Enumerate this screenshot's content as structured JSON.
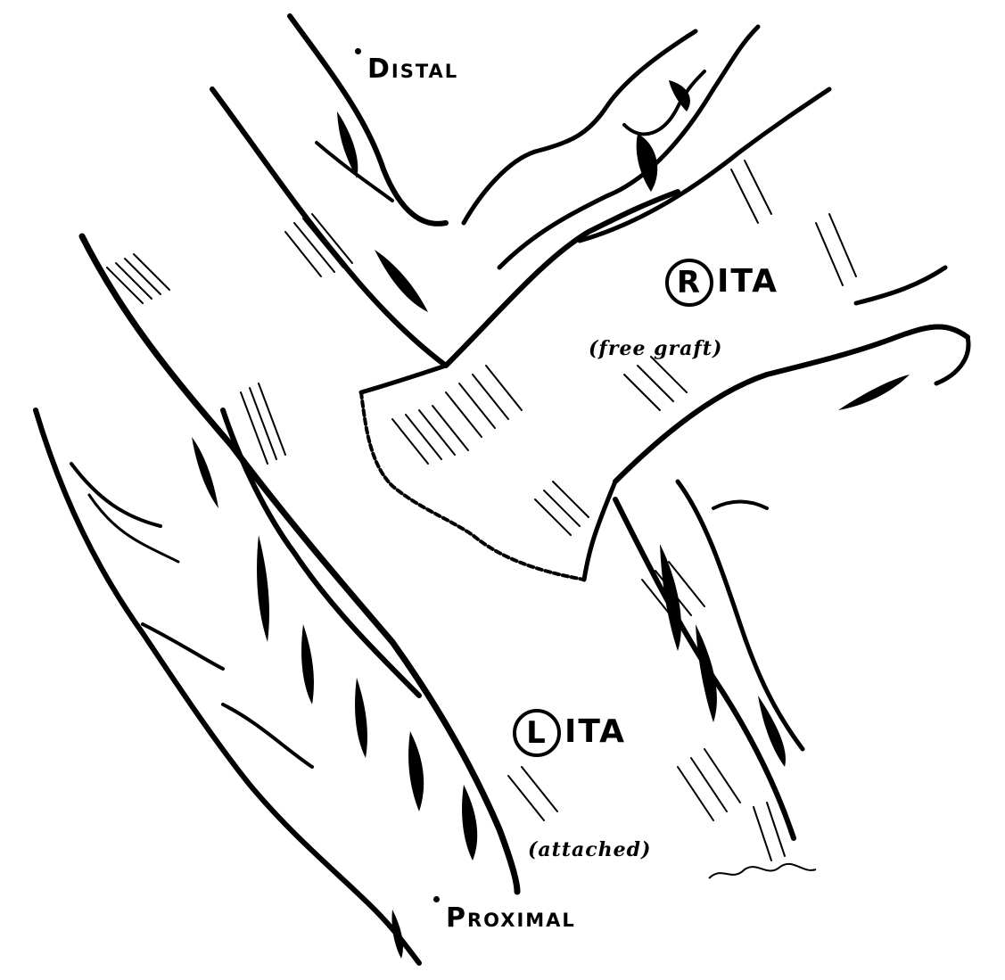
{
  "labels": {
    "distal": "Distal",
    "proximal": "Proximal",
    "rita_letter": "R",
    "rita_rest": "ITA",
    "rita_note": "(free graft)",
    "lita_letter": "L",
    "lita_rest": "ITA",
    "lita_note": "(attached)"
  },
  "colors": {
    "ink": "#000000",
    "paper": "#ffffff"
  }
}
